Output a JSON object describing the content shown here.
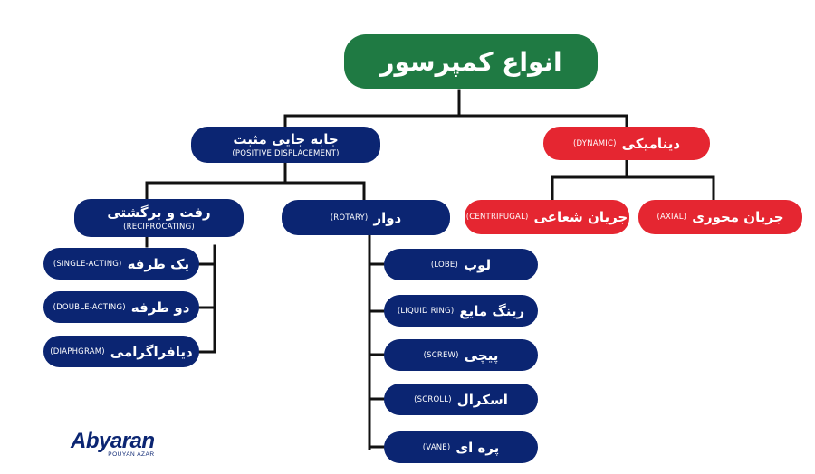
{
  "root": {
    "fa": "انواع کمپرسور"
  },
  "positive": {
    "fa": "جابه جایی مثبت",
    "en": "(POSITIVE DISPLACEMENT)"
  },
  "dynamic": {
    "fa": "دینامیکی",
    "en": "(DYNAMIC)"
  },
  "reciprocating": {
    "fa": "رفت و برگشتی",
    "en": "(RECIPROCATING)"
  },
  "rotary": {
    "fa": "دوار",
    "en": "(ROTARY)"
  },
  "centrifugal": {
    "fa": "جریان شعاعی",
    "en": "(CENTRIFUGAL)"
  },
  "axial": {
    "fa": "جریان محوری",
    "en": "(AXIAL)"
  },
  "recip_items": [
    {
      "fa": "یک طرفه",
      "en": "(SINGLE-ACTING)"
    },
    {
      "fa": "دو طرفه",
      "en": "(DOUBLE-ACTING)"
    },
    {
      "fa": "دیافراگرامی",
      "en": "(DIAPHGRAM)"
    }
  ],
  "rotary_items": [
    {
      "fa": "لوب",
      "en": "(LOBE)"
    },
    {
      "fa": "رینگ مایع",
      "en": "(LIQUID RING)"
    },
    {
      "fa": "پیچی",
      "en": "(SCREW)"
    },
    {
      "fa": "اسکرال",
      "en": "(SCROLL)"
    },
    {
      "fa": "پره ای",
      "en": "(VANE)"
    }
  ],
  "logo": {
    "name": "Abyaran",
    "sub": "POUYAN AZAR"
  },
  "colors": {
    "navy": "#0b2572",
    "red": "#e52631",
    "green": "#1f7a43",
    "line": "#111111"
  }
}
